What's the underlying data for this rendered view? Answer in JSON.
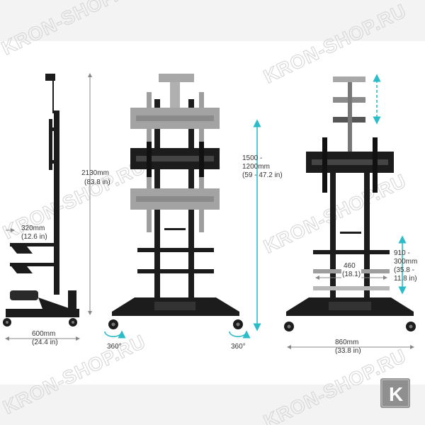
{
  "watermark": "KRON-SHOP.RU",
  "logo_letter": "K",
  "labels": {
    "height_total": "2130mm",
    "height_total_in": "(83.8 in)",
    "depth_shelf": "320mm",
    "depth_shelf_in": "(12.6 in)",
    "base_depth": "600mm",
    "base_depth_in": "(24.4 in)",
    "mount_range": "1500 -",
    "mount_range2": "1200mm",
    "mount_range_in": "(59 - 47.2 in)",
    "rotation_left": "360°",
    "rotation_right": "360°",
    "shelf_width": "460",
    "shelf_width_in": "(18.1)",
    "shelf_range": "910 -",
    "shelf_range2": "300mm",
    "shelf_range_in1": "(35.8 -",
    "shelf_range_in2": "11.8 in)",
    "base_width": "860mm",
    "base_width_in": "(33.8 in)"
  },
  "colors": {
    "accent": "#2bbdc7",
    "dark": "#1c1c1c",
    "ghost": "#9a9a9a",
    "dim_line": "#888888"
  }
}
